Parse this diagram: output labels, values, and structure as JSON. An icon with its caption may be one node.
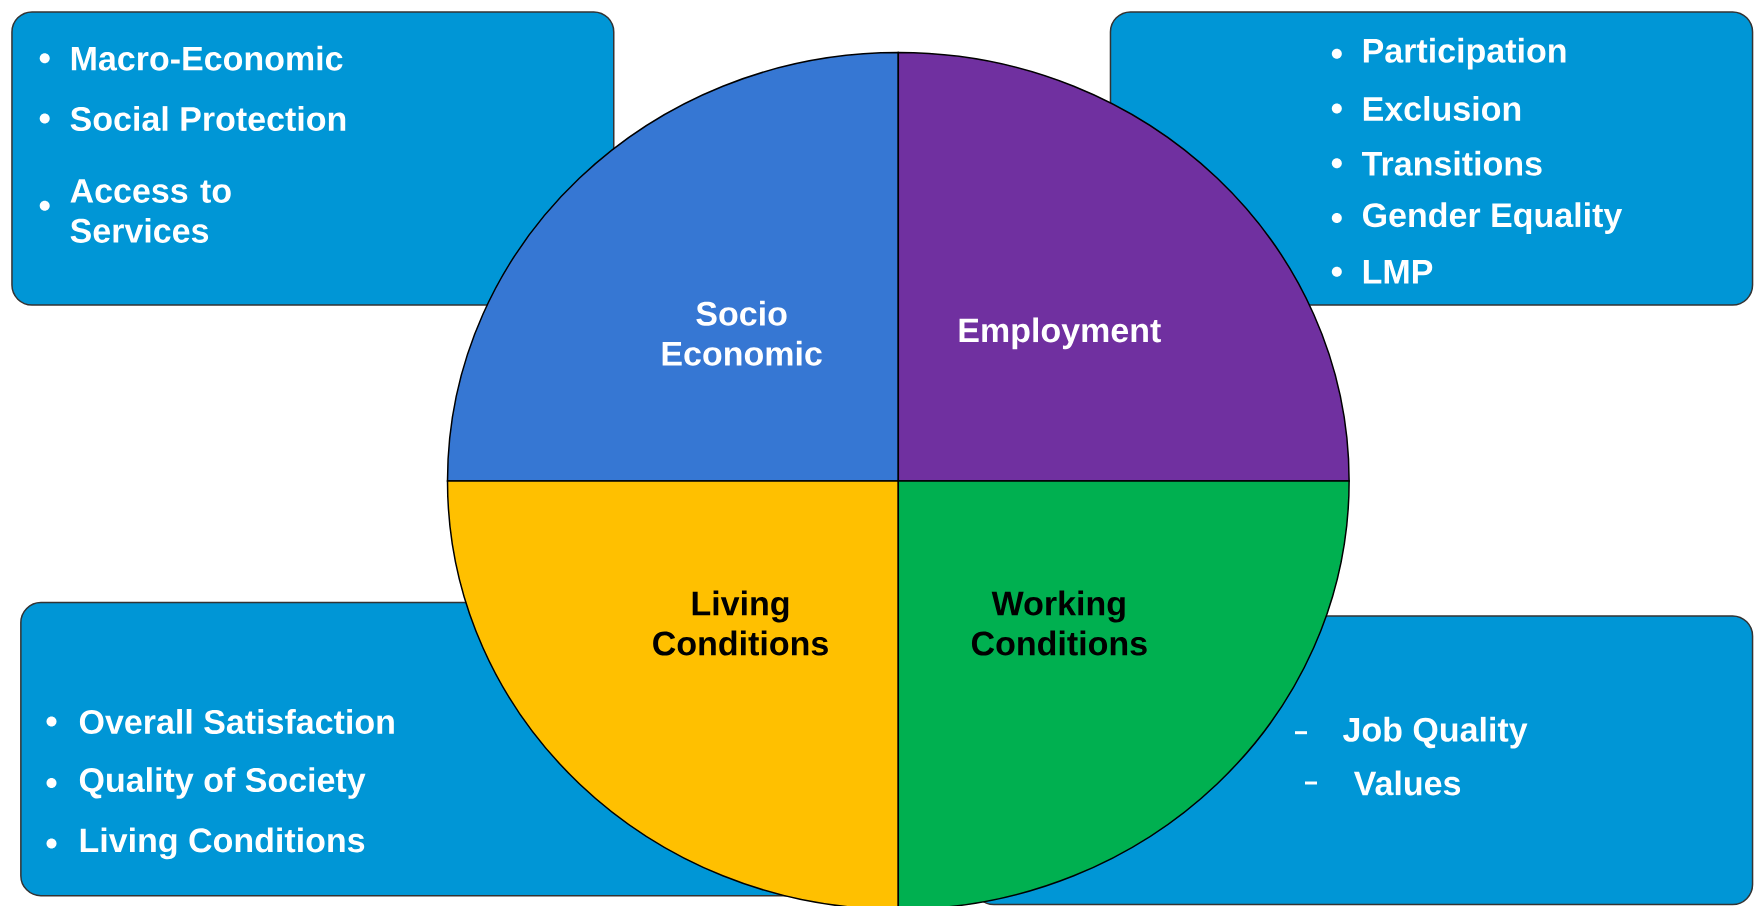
{
  "diagram": {
    "nodes": [
      {
        "text": [
          "Macro-Economic",
          "Social Protection",
          "Access to Services"
        ]
      },
      {
        "text": [
          "Participation",
          "Exclusion",
          "Transitions",
          "Gender Equality",
          "LMP"
        ]
      },
      {
        "text": [
          "Socio Economic"
        ]
      },
      {
        "text": [
          "Employment"
        ]
      },
      {
        "text": [
          "Living Conditions"
        ]
      },
      {
        "text": [
          "Working Conditions"
        ]
      },
      {
        "text": [
          "Overall Satisfaction",
          "Quality of Society",
          "Living Conditions"
        ]
      },
      {
        "text": [
          "Job Quality",
          "Values"
        ]
      }
    ]
  }
}
